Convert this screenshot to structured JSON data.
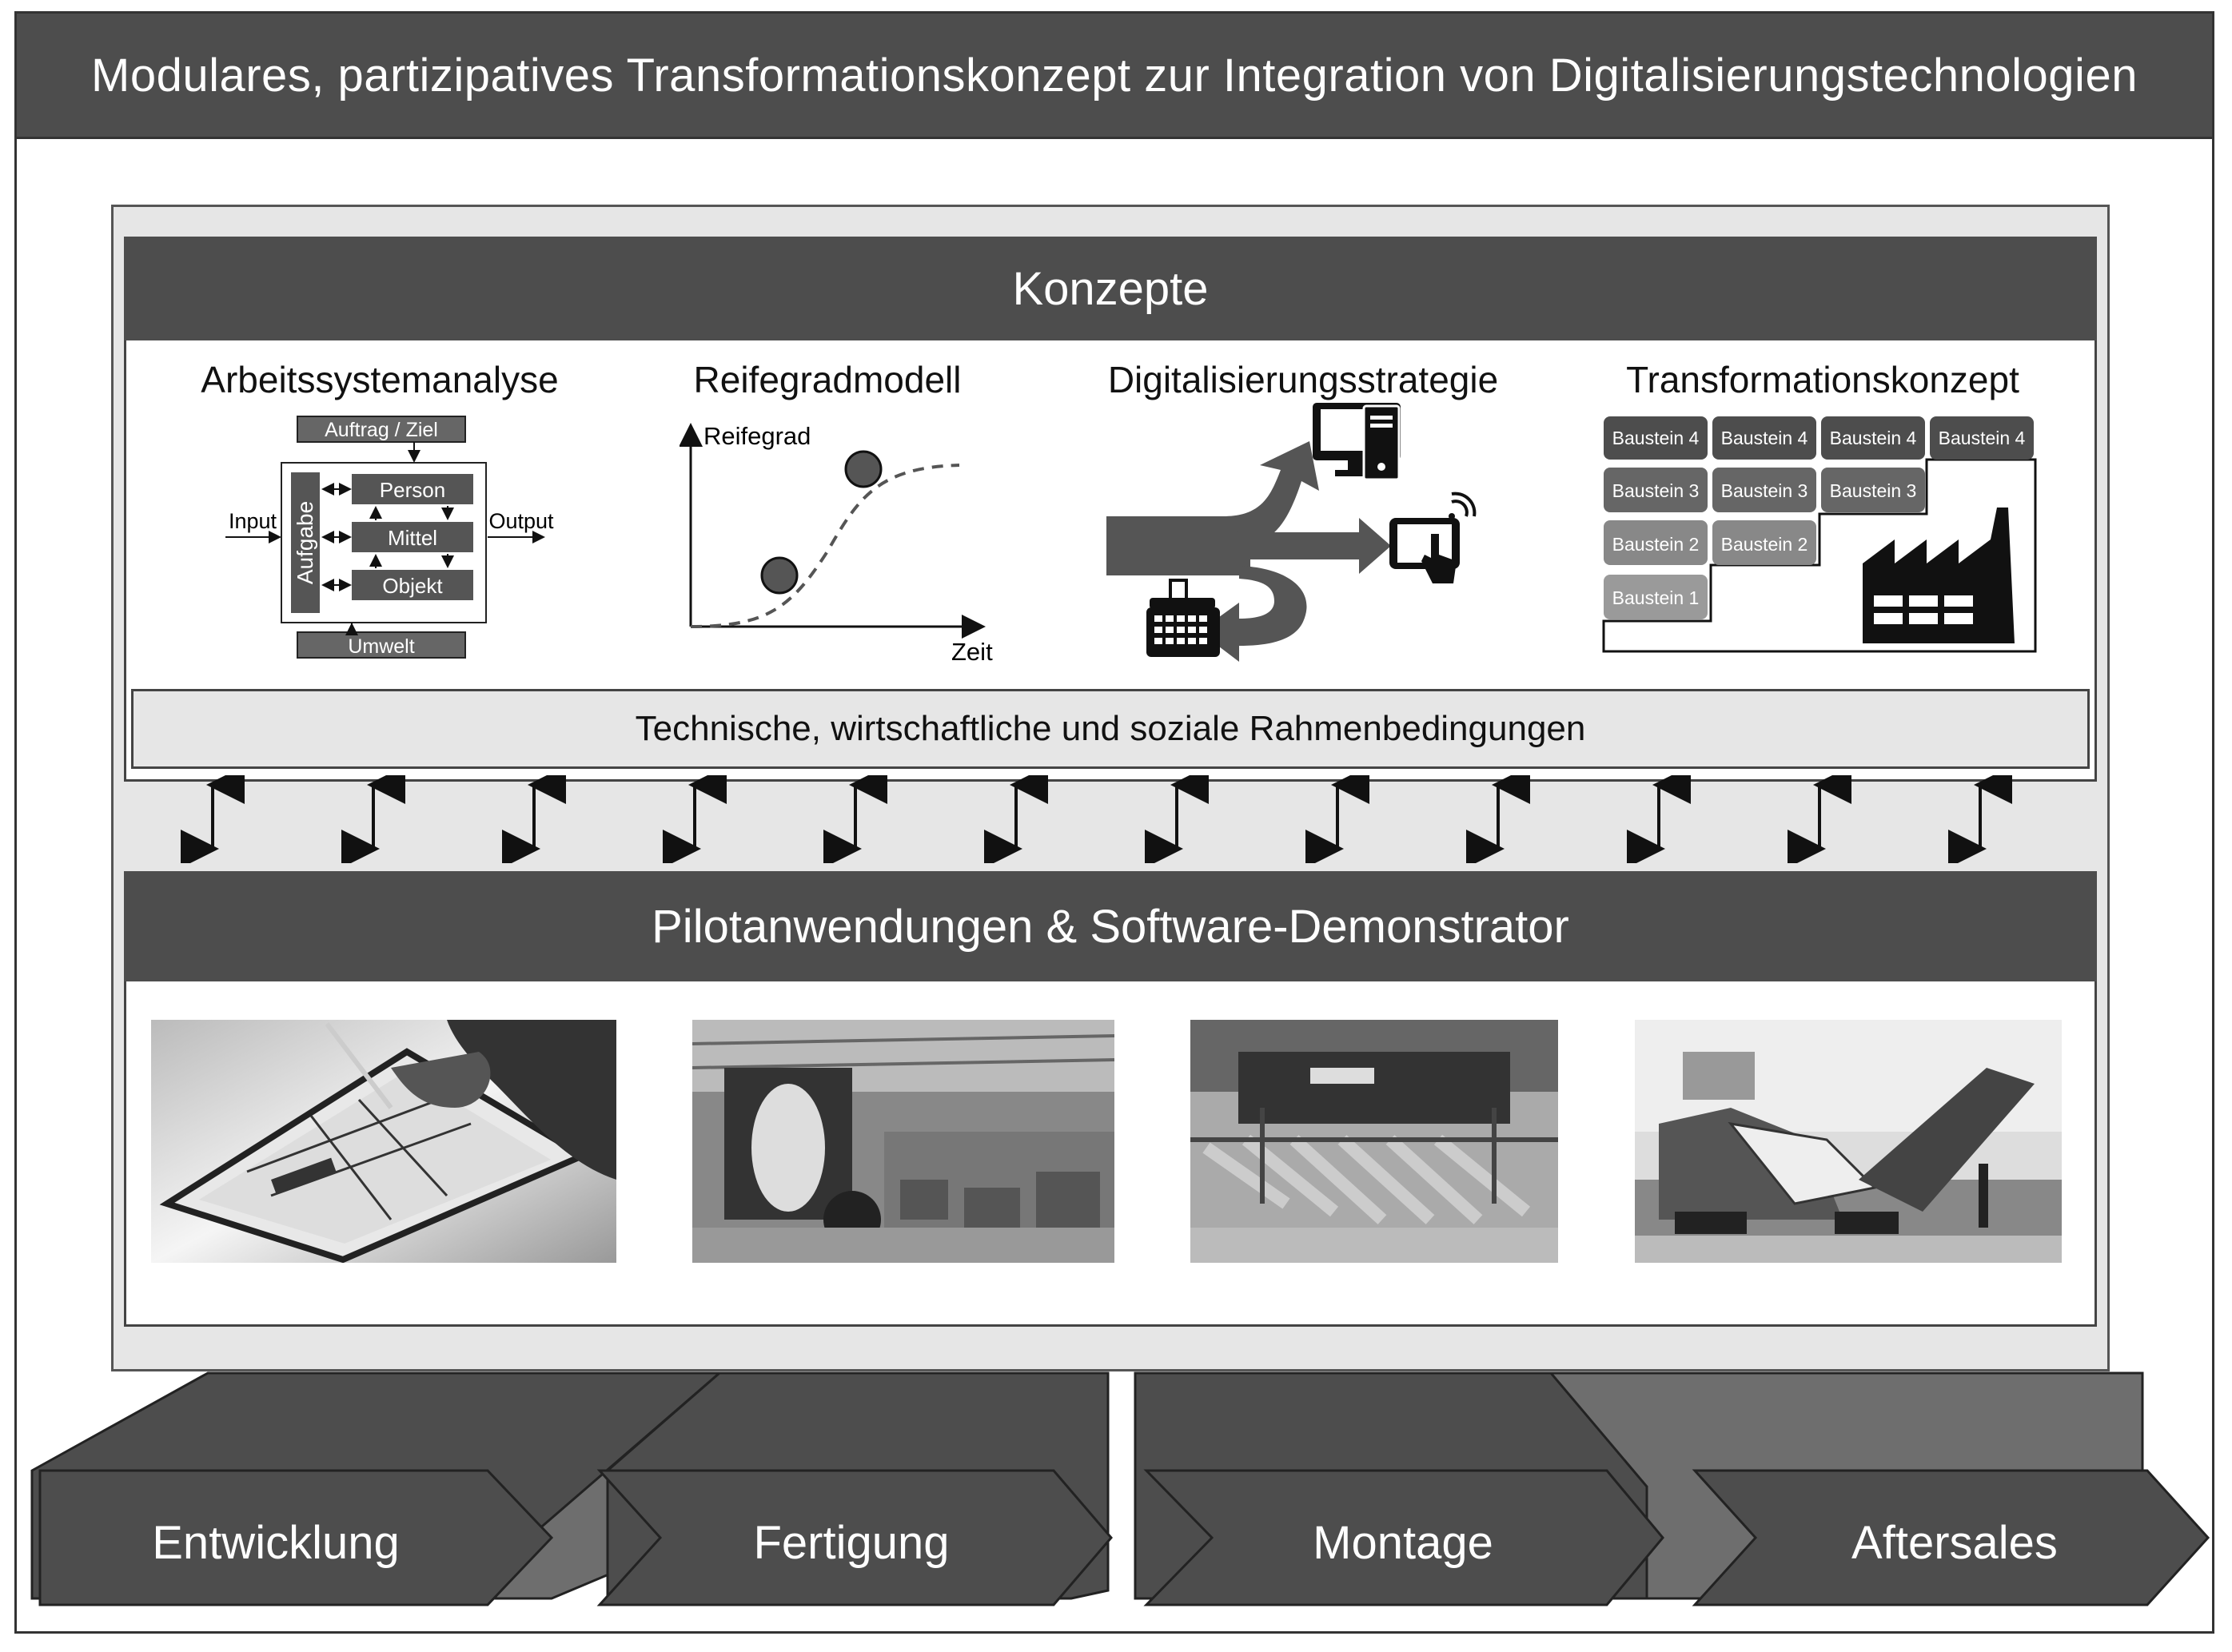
{
  "title": "Modulares, partizipatives Transformationskonzept zur Integration von Digitalisierungstechnologien",
  "concepts": {
    "header": "Konzepte",
    "items": [
      {
        "title": "Arbeitssystemanalyse"
      },
      {
        "title": "Reifegradmodell"
      },
      {
        "title": "Digitalisierungsstrategie"
      },
      {
        "title": "Transformationskonzept"
      }
    ],
    "work_system": {
      "top_label": "Auftrag / Ziel",
      "bottom_label": "Umwelt",
      "side_label": "Aufgabe",
      "input_label": "Input",
      "output_label": "Output",
      "elements": [
        "Person",
        "Mittel",
        "Objekt"
      ]
    },
    "maturity": {
      "y_label": "Reifegrad",
      "x_label": "Zeit"
    },
    "strategy": {
      "icons": [
        "desktop-computer-icon",
        "tablet-touch-icon",
        "typewriter-icon"
      ]
    },
    "transformation": {
      "row4": [
        "Baustein 4",
        "Baustein 4",
        "Baustein 4",
        "Baustein 4"
      ],
      "row3": [
        "Baustein 3",
        "Baustein 3",
        "Baustein 3"
      ],
      "row2": [
        "Baustein 2",
        "Baustein 2"
      ],
      "row1": [
        "Baustein 1"
      ],
      "icon": "factory-icon"
    },
    "conditions": "Technische, wirtschaftliche und soziale Rahmenbedingungen"
  },
  "pilot": {
    "header": "Pilotanwendungen & Software-Demonstrator",
    "photos": [
      "tablet-drawing-photo",
      "factory-hall-photo",
      "agricultural-machine-photo",
      "road-milling-machine-photo"
    ]
  },
  "stages": [
    "Entwicklung",
    "Fertigung",
    "Montage",
    "Aftersales"
  ],
  "colors": {
    "dark": "#4d4d4d",
    "light": "#e6e6e6",
    "mid": "#777777"
  }
}
